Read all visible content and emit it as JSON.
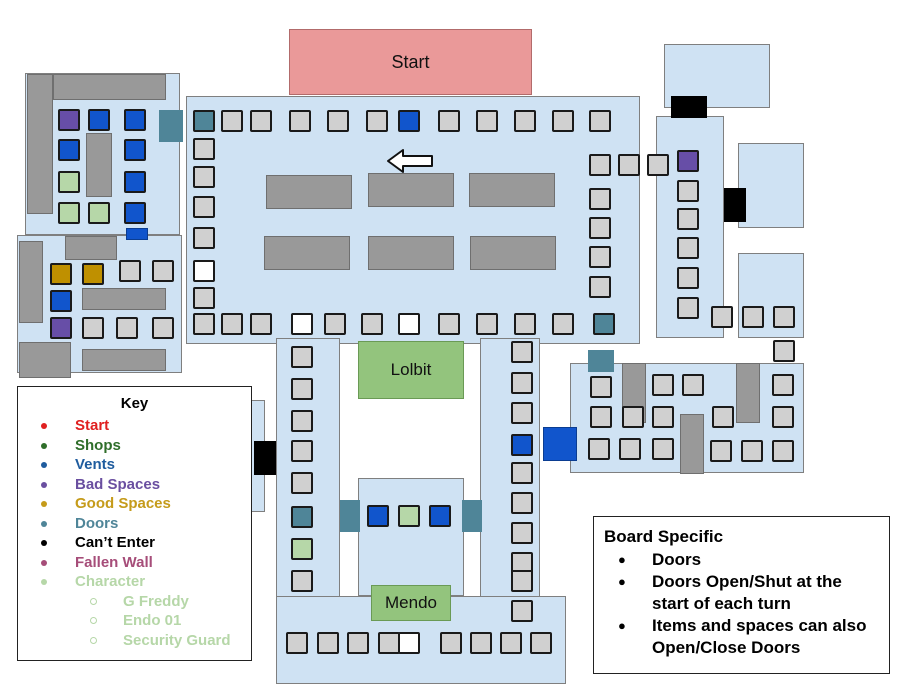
{
  "labels": {
    "start": "Start",
    "lolbit": "Lolbit",
    "mendo": "Mendo"
  },
  "key": {
    "title": "Key",
    "items": [
      {
        "label": "Start",
        "color": "#e02020"
      },
      {
        "label": "Shops",
        "color": "#2f6e2a"
      },
      {
        "label": "Vents",
        "color": "#1f5c9e"
      },
      {
        "label": "Bad Spaces",
        "color": "#6a4fa0"
      },
      {
        "label": "Good Spaces",
        "color": "#c59b1a"
      },
      {
        "label": "Doors",
        "color": "#4f8598"
      },
      {
        "label": "Can’t Enter",
        "color": "#000000"
      },
      {
        "label": "Fallen Wall",
        "color": "#a64d79"
      },
      {
        "label": "Character",
        "color": "#b6d7a8"
      }
    ],
    "sub_items": [
      {
        "label": "G Freddy",
        "color": "#b6d7a8"
      },
      {
        "label": "Endo 01",
        "color": "#b6d7a8"
      },
      {
        "label": "Security Guard",
        "color": "#b6d7a8"
      }
    ]
  },
  "board_specific": {
    "title": "Board Specific",
    "items": [
      "Doors",
      "Doors Open/Shut at the start of each turn",
      "Items and spaces can also Open/Close Doors"
    ]
  },
  "colors": {
    "room": "#cfe2f3",
    "space": "#d0d0d0",
    "vent": "#1155cc",
    "bad": "#674ea7",
    "good": "#bf9000",
    "door": "#4f8598",
    "character": "#b6d7a8",
    "wall": "#000000"
  },
  "icons": {
    "direction_arrow": "left-arrow-icon"
  }
}
